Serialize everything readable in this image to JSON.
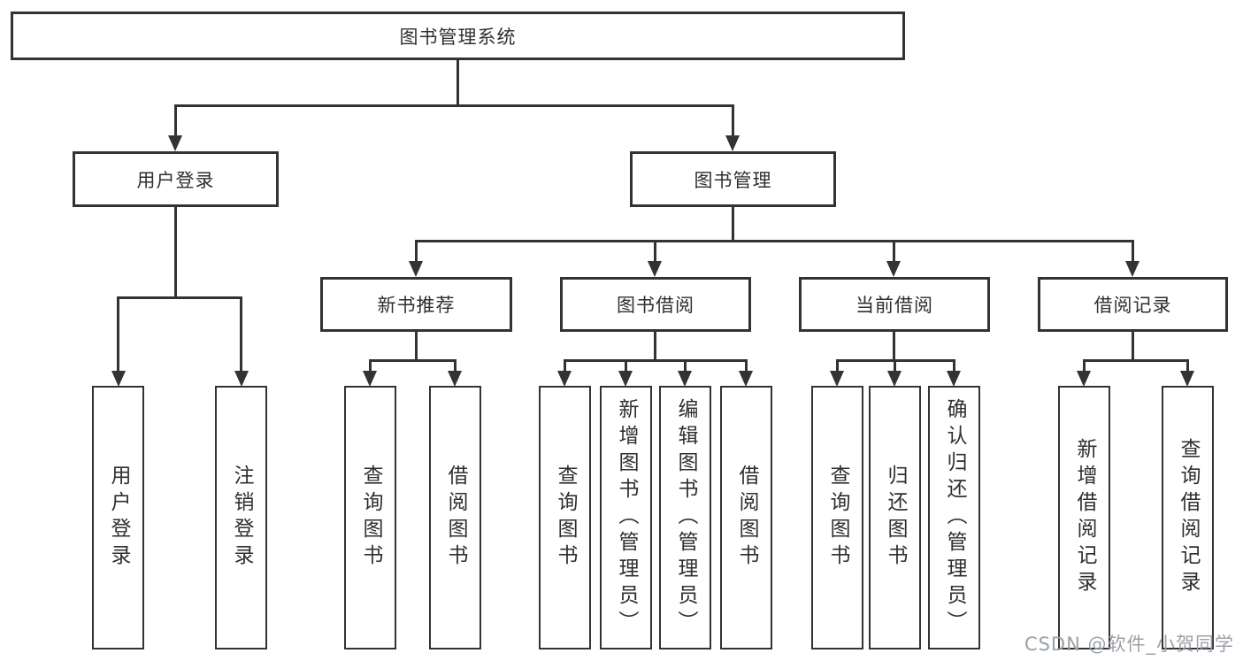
{
  "diagram": {
    "root_label": "图书管理系统",
    "level2": [
      {
        "id": "user-login",
        "label": "用户登录",
        "leaves": [
          "用户登录",
          "注销登录"
        ]
      },
      {
        "id": "book-management",
        "label": "图书管理",
        "groups": [
          {
            "id": "new-book-recommend",
            "label": "新书推荐",
            "leaves": [
              "查询图书",
              "借阅图书"
            ]
          },
          {
            "id": "book-borrowing",
            "label": "图书借阅",
            "leaves": [
              "查询图书",
              "新增图书（管理员）",
              "编辑图书（管理员）",
              "借阅图书"
            ]
          },
          {
            "id": "current-borrowing",
            "label": "当前借阅",
            "leaves": [
              "查询图书",
              "归还图书",
              "确认归还（管理员）"
            ]
          },
          {
            "id": "borrow-records",
            "label": "借阅记录",
            "leaves": [
              "新增借阅记录",
              "查询借阅记录"
            ]
          }
        ]
      }
    ]
  },
  "watermark": {
    "text": "CSDN @软件_小贺同学"
  },
  "colors": {
    "line": "#333333",
    "text": "#2f2f2f",
    "watermark": "#9ba1a8",
    "background": "#ffffff"
  }
}
